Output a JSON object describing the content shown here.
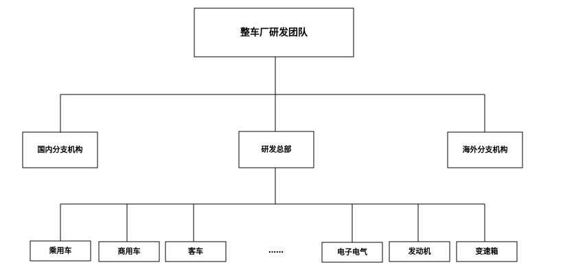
{
  "diagram": {
    "root": {
      "label": "整车厂研发团队"
    },
    "level1": [
      {
        "label": "国内分支机构"
      },
      {
        "label": "研发总部"
      },
      {
        "label": "海外分支机构"
      }
    ],
    "level2": [
      {
        "label": "乘用车"
      },
      {
        "label": "商用车"
      },
      {
        "label": "客车"
      },
      {
        "label": "电子电气"
      },
      {
        "label": "发动机"
      },
      {
        "label": "变速箱"
      }
    ],
    "ellipsis": "……",
    "colors": {
      "line": "#000000",
      "box_fill": "#ffffff",
      "text": "#000000"
    }
  }
}
